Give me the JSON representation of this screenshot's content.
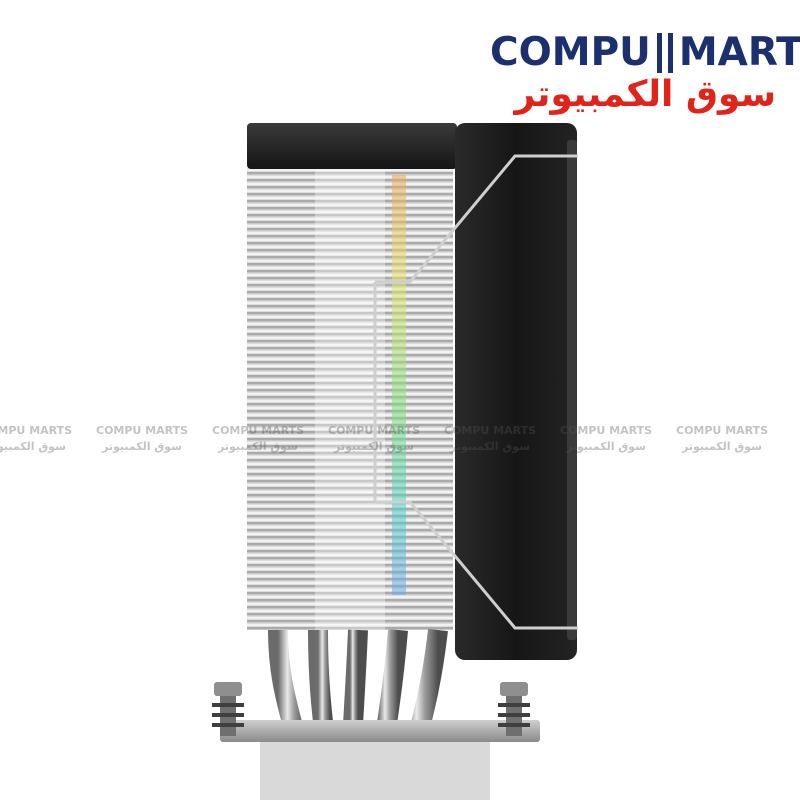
{
  "logo": {
    "latin_left": "COMPU",
    "latin_right": "MARTS",
    "arabic": "سوق الكمبيوتر",
    "latin_color": "#1c2f6e",
    "arabic_color": "#e2231a"
  },
  "watermark": {
    "latin": "COMPU MARTS",
    "arabic": "سوق الكمبيوتر",
    "repeat_count": 7
  },
  "product": {
    "icon": "cpu-air-cooler-side-view",
    "heatpipe_count": 5
  },
  "colors": {
    "fan_frame": "#1a1a1a",
    "fin_light": "#e4e4e4",
    "fin_dark": "#9a9a9a",
    "rgb_cyan": "#4fd0c8",
    "rgb_yellow": "#e8e36a"
  }
}
